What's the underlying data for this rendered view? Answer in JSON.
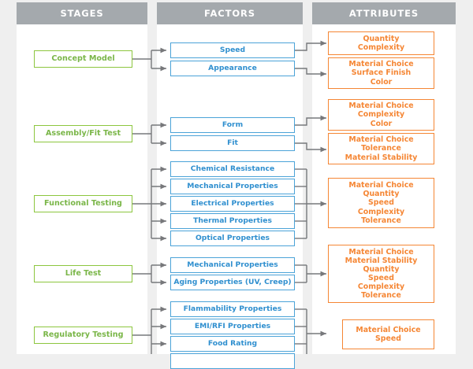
{
  "columns": [
    {
      "id": "stages",
      "header": "STAGES"
    },
    {
      "id": "factors",
      "header": "FACTORS"
    },
    {
      "id": "attributes",
      "header": "ATTRIBUTES"
    }
  ],
  "colors": {
    "stage_border": "#8cc63e",
    "stage_text": "#7ab648",
    "factor_border": "#4ba3d8",
    "factor_text": "#2f8fcf",
    "attribute_border": "#f58634",
    "attribute_text": "#f58634",
    "header_background": "#a4a9ad",
    "header_text": "#ffffff",
    "page_background": "#efefef",
    "panel_background": "#ffffff",
    "connector": "#77787b"
  },
  "stages": [
    {
      "label": "Concept Model"
    },
    {
      "label": "Assembly/Fit Test"
    },
    {
      "label": "Functional Testing"
    },
    {
      "label": "Life Test"
    },
    {
      "label": "Regulatory Testing"
    }
  ],
  "factors": [
    {
      "label": "Speed"
    },
    {
      "label": "Appearance"
    },
    {
      "label": "Form"
    },
    {
      "label": "Fit"
    },
    {
      "label": "Chemical Resistance"
    },
    {
      "label": "Mechanical Properties"
    },
    {
      "label": "Electrical Properties"
    },
    {
      "label": "Thermal Properties"
    },
    {
      "label": "Optical Properties"
    },
    {
      "label": "Mechanical Properties"
    },
    {
      "label": "Aging Properties (UV, Creep)"
    },
    {
      "label": "Flammability Properties"
    },
    {
      "label": "EMI/RFI Properties"
    },
    {
      "label": "Food Rating"
    },
    {
      "label": ""
    }
  ],
  "attributes": [
    {
      "label": "Quantity\nComplexity"
    },
    {
      "label": "Material Choice\nSurface Finish\nColor"
    },
    {
      "label": "Material Choice\nComplexity\nColor"
    },
    {
      "label": "Material Choice\nTolerance\nMaterial Stability"
    },
    {
      "label": "Material Choice\nQuantity\nSpeed\nComplexity\nTolerance"
    },
    {
      "label": "Material Choice\nMaterial Stability\nQuantity\nSpeed\nComplexity\nTolerance"
    },
    {
      "label": "Material Choice\nSpeed"
    }
  ]
}
